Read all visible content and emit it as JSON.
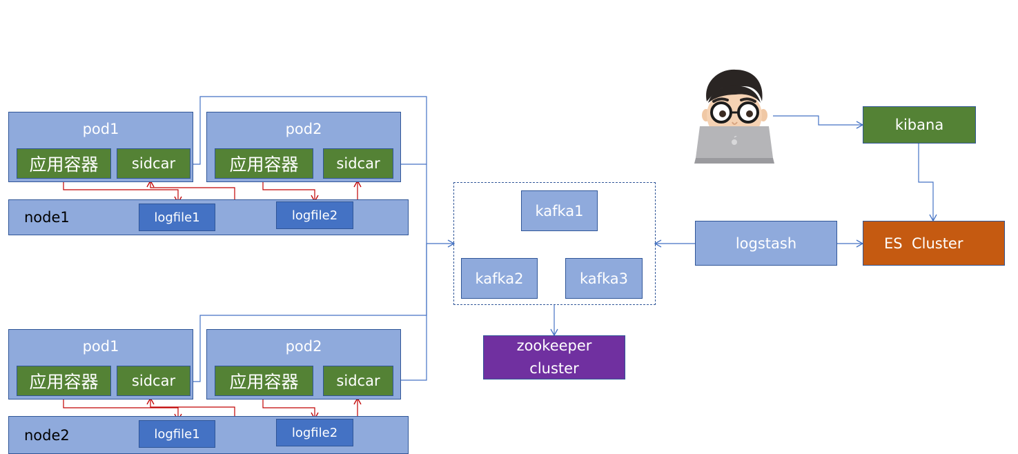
{
  "nodes": [
    {
      "label": "node1",
      "pods": [
        {
          "label": "pod1",
          "app": "应用容器",
          "sidecar": "sidcar",
          "logfile": "logfile1"
        },
        {
          "label": "pod2",
          "app": "应用容器",
          "sidecar": "sidcar",
          "logfile": "logfile2"
        }
      ]
    },
    {
      "label": "node2",
      "pods": [
        {
          "label": "pod1",
          "app": "应用容器",
          "sidecar": "sidcar",
          "logfile": "logfile1"
        },
        {
          "label": "pod2",
          "app": "应用容器",
          "sidecar": "sidcar",
          "logfile": "logfile2"
        }
      ]
    }
  ],
  "kafka": [
    "kafka1",
    "kafka2",
    "kafka3"
  ],
  "zookeeper": {
    "line1": "zookeeper",
    "line2": "cluster"
  },
  "logstash": "logstash",
  "es": "ES  Cluster",
  "kibana": "kibana",
  "colors": {
    "pod": "#8faadc",
    "container": "#548235",
    "logfile": "#4472c4",
    "zookeeper": "#7030a0",
    "es": "#c55a11",
    "data_flow": "#4472c4",
    "log_write": "#c00000"
  }
}
